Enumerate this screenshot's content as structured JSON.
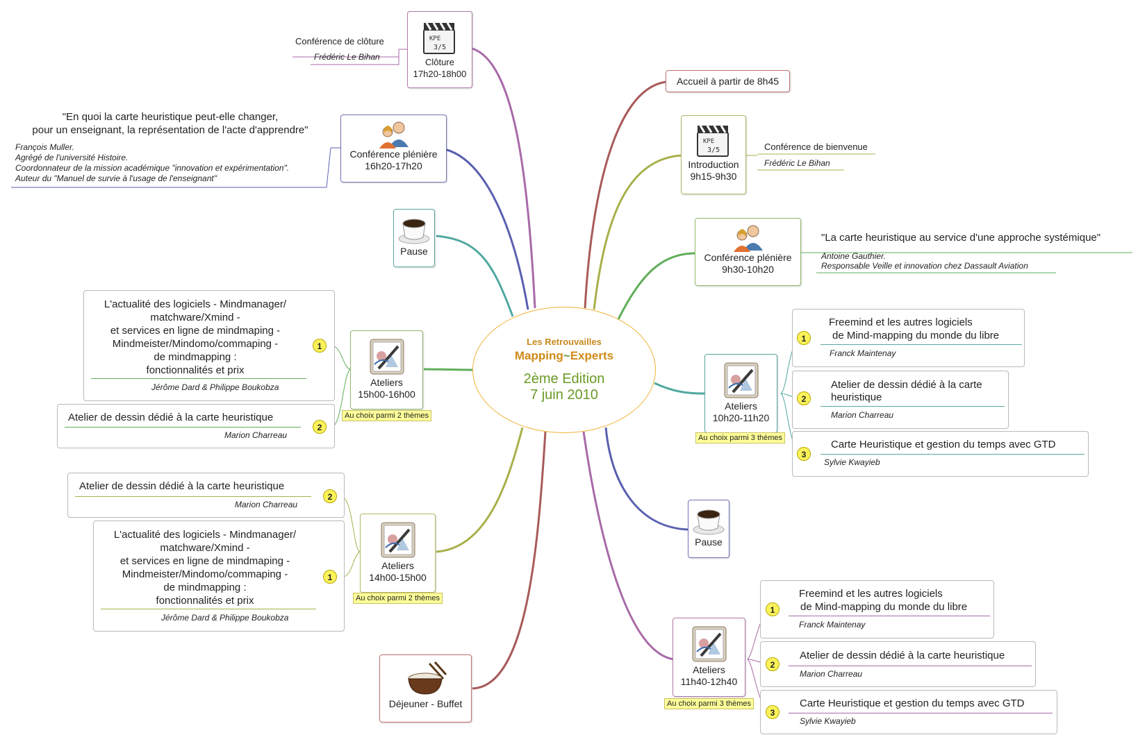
{
  "center": {
    "logo_top": "Les Retrouvailles",
    "logo_left": "Mapping",
    "logo_wave": "~",
    "logo_right": "Experts",
    "edition": "2ème Edition",
    "date": "7 juin 2010"
  },
  "cloture": {
    "label": "Clôture",
    "time": "17h20-18h00",
    "sub_title": "Conférence de clôture",
    "sub_author": "Frédéric Le Bihan"
  },
  "accueil": {
    "label": "Accueil à partir de 8h45"
  },
  "introduction": {
    "label": "Introduction",
    "time": "9h15-9h30",
    "sub_title": "Conférence de bienvenue",
    "sub_author": "Frédéric Le Bihan"
  },
  "pleniere_am": {
    "label": "Conférence plénière",
    "time": "9h30-10h20",
    "quote": "\"La carte heuristique au service d'une approche systémique\"",
    "speaker": "Antoine Gauthier.",
    "speaker_role": "Responsable Veille et innovation chez Dassault Aviation"
  },
  "pleniere_pm": {
    "label": "Conférence plénière",
    "time": "16h20-17h20",
    "quote_line1": "\"En quoi la carte heuristique peut-elle changer,",
    "quote_line2": "pour un enseignant, la représentation de l'acte d'apprendre\"",
    "bio": [
      "François Muller.",
      "Agrégé de l'université Histoire.",
      "Coordonnateur de la mission académique \"innovation et expérimentation\".",
      "Auteur du \"Manuel de survie à l'usage de l'enseignant\""
    ]
  },
  "pause1": {
    "label": "Pause"
  },
  "pause2": {
    "label": "Pause"
  },
  "dejeuner": {
    "label": "Déjeuner - Buffet"
  },
  "ateliers_1020": {
    "label": "Ateliers",
    "time": "10h20-11h20",
    "note": "Au choix parmi 3 thèmes",
    "items": [
      {
        "num": "1",
        "title_l1": "Freemind et les autres logiciels",
        "title_l2": "de Mind-mapping du monde du libre",
        "author": "Franck Maintenay"
      },
      {
        "num": "2",
        "title_l1": "Atelier de dessin dédié à la carte",
        "title_l2": "heuristique",
        "author": "Marion Charreau"
      },
      {
        "num": "3",
        "title_l1": "Carte Heuristique et gestion du temps avec GTD",
        "title_l2": "",
        "author": "Sylvie Kwayieb"
      }
    ]
  },
  "ateliers_1140": {
    "label": "Ateliers",
    "time": "11h40-12h40",
    "note": "Au choix parmi 3 thèmes",
    "items": [
      {
        "num": "1",
        "title_l1": "Freemind et les autres logiciels",
        "title_l2": "de Mind-mapping du monde du libre",
        "author": "Franck Maintenay"
      },
      {
        "num": "2",
        "title_l1": "Atelier de dessin dédié à la carte heuristique",
        "title_l2": "",
        "author": "Marion Charreau"
      },
      {
        "num": "3",
        "title_l1": "Carte Heuristique et gestion du temps avec GTD",
        "title_l2": "",
        "author": "Sylvie Kwayieb"
      }
    ]
  },
  "ateliers_1500": {
    "label": "Ateliers",
    "time": "15h00-16h00",
    "note": "Au choix parmi 2 thèmes",
    "item1": {
      "num": "1",
      "lines": [
        "L'actualité des logiciels - Mindmanager/",
        "matchware/Xmind -",
        "et services en ligne de mindmaping -",
        "Mindmeister/Mindomo/commaping -",
        "de mindmapping :",
        "fonctionnalités et prix"
      ],
      "author": "Jérôme Dard & Philippe Boukobza"
    },
    "item2": {
      "num": "2",
      "title": "Atelier de dessin dédié à la carte heuristique",
      "author": "Marion Charreau"
    }
  },
  "ateliers_1400": {
    "label": "Ateliers",
    "time": "14h00-15h00",
    "note": "Au choix parmi 2 thèmes",
    "item2": {
      "num": "2",
      "title": "Atelier de dessin dédié à la carte heuristique",
      "author": "Marion Charreau"
    },
    "item1": {
      "num": "1",
      "lines": [
        "L'actualité des logiciels - Mindmanager/",
        "matchware/Xmind -",
        "et services en ligne de mindmaping -",
        "Mindmeister/Mindomo/commaping -",
        "de mindmapping :",
        "fonctionnalités et prix"
      ],
      "author": "Jérôme Dard & Philippe Boukobza"
    }
  },
  "colors": {
    "purple": "#a86aa8",
    "blue": "#5a5fb0",
    "teal": "#4fa8a0",
    "green": "#5fae5a",
    "olive": "#a8b04a",
    "red": "#a85a5a",
    "center_border": "#f0b43a",
    "center_text": "#6a9a24"
  }
}
